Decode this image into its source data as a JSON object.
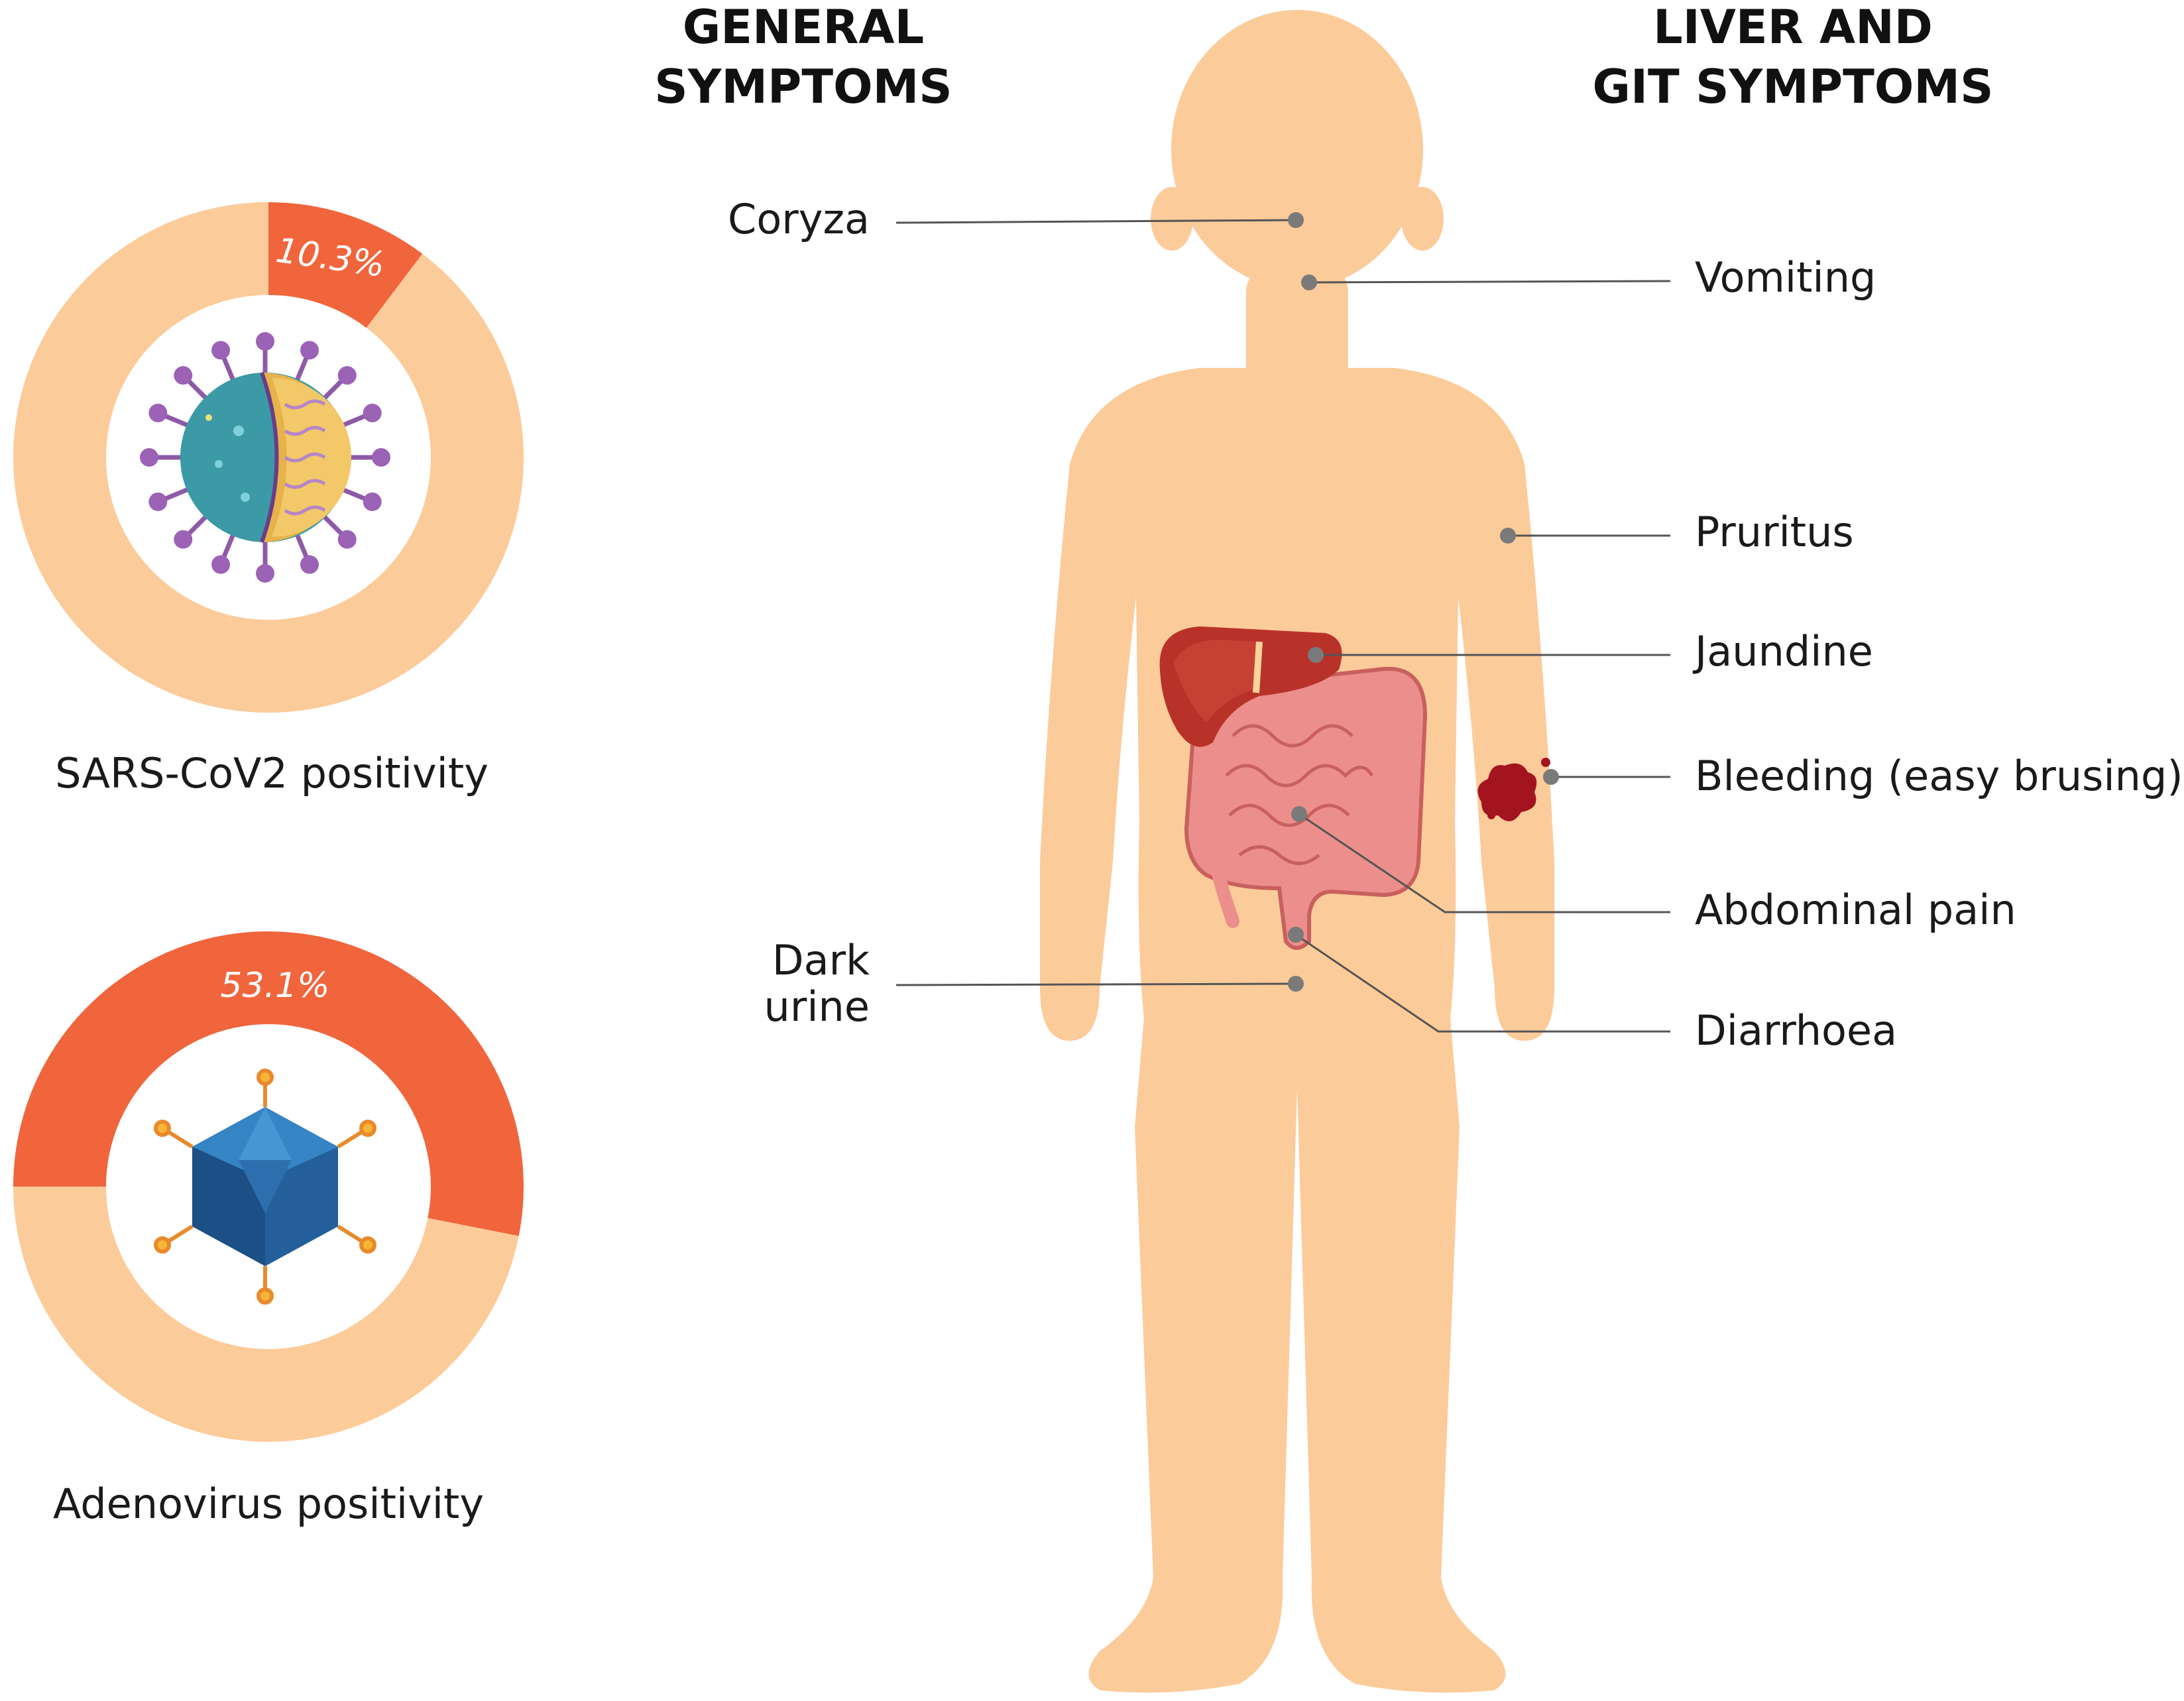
{
  "headings": {
    "general": [
      "GENERAL",
      "SYMPTOMS"
    ],
    "liver_git": [
      "LIVER AND",
      "GIT SYMPTOMS"
    ]
  },
  "general_symptoms": {
    "coryza": "Coryza",
    "dark_urine": [
      "Dark",
      "urine"
    ]
  },
  "liver_git_symptoms": {
    "vomiting": "Vomiting",
    "pruritus": "Pruritus",
    "jaundice": "Jaundine",
    "bleeding": "Bleeding (easy brusing)",
    "abdominal_pain": "Abdominal pain",
    "diarrhoea": "Diarrhoea"
  },
  "chart_data": [
    {
      "type": "pie",
      "title": "SARS-CoV2 positivity",
      "values": [
        10.3,
        89.7
      ],
      "value_label": "10.3%",
      "colors": [
        "#f0653c",
        "#fccb9a"
      ],
      "icon": "coronavirus-icon"
    },
    {
      "type": "pie",
      "title": "Adenovirus positivity",
      "values": [
        53.1,
        46.9
      ],
      "value_label": "53.1%",
      "colors": [
        "#f0653c",
        "#fccb9a"
      ],
      "icon": "adenovirus-icon"
    }
  ],
  "colors": {
    "body": "#fccb9a",
    "positive": "#f0653c",
    "liver": "#b8322a",
    "intestine": "#ec8f8c",
    "bruise": "#a3141e",
    "leader_line": "#555555"
  }
}
